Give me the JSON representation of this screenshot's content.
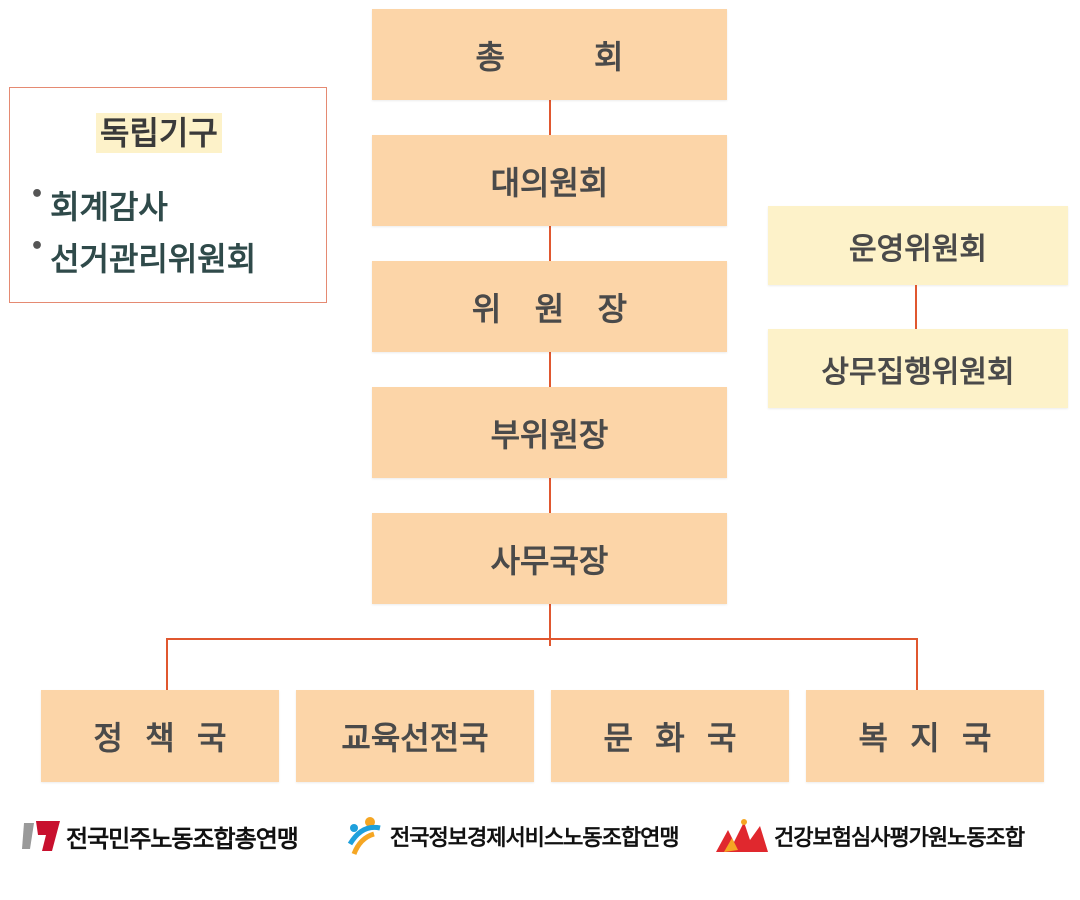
{
  "main_chain": [
    "총        회",
    "대의원회",
    "위   원   장",
    "부위원장",
    "사무국장"
  ],
  "departments": [
    "정  책  국",
    "교육선전국",
    "문  화  국",
    "복  지  국"
  ],
  "side_committees": [
    "운영위원회",
    "상무집행위원회"
  ],
  "independent": {
    "title": "독립기구",
    "items": [
      "회계감사",
      "선거관리위원회"
    ]
  },
  "logos": [
    "전국민주노동조합총연맹",
    "전국정보경제서비스노동조합연맹",
    "건강보험심사평가원노동조합"
  ],
  "colors": {
    "box": "#fcd5a8",
    "side_box": "#fdf2c9",
    "line": "#e0572f"
  }
}
